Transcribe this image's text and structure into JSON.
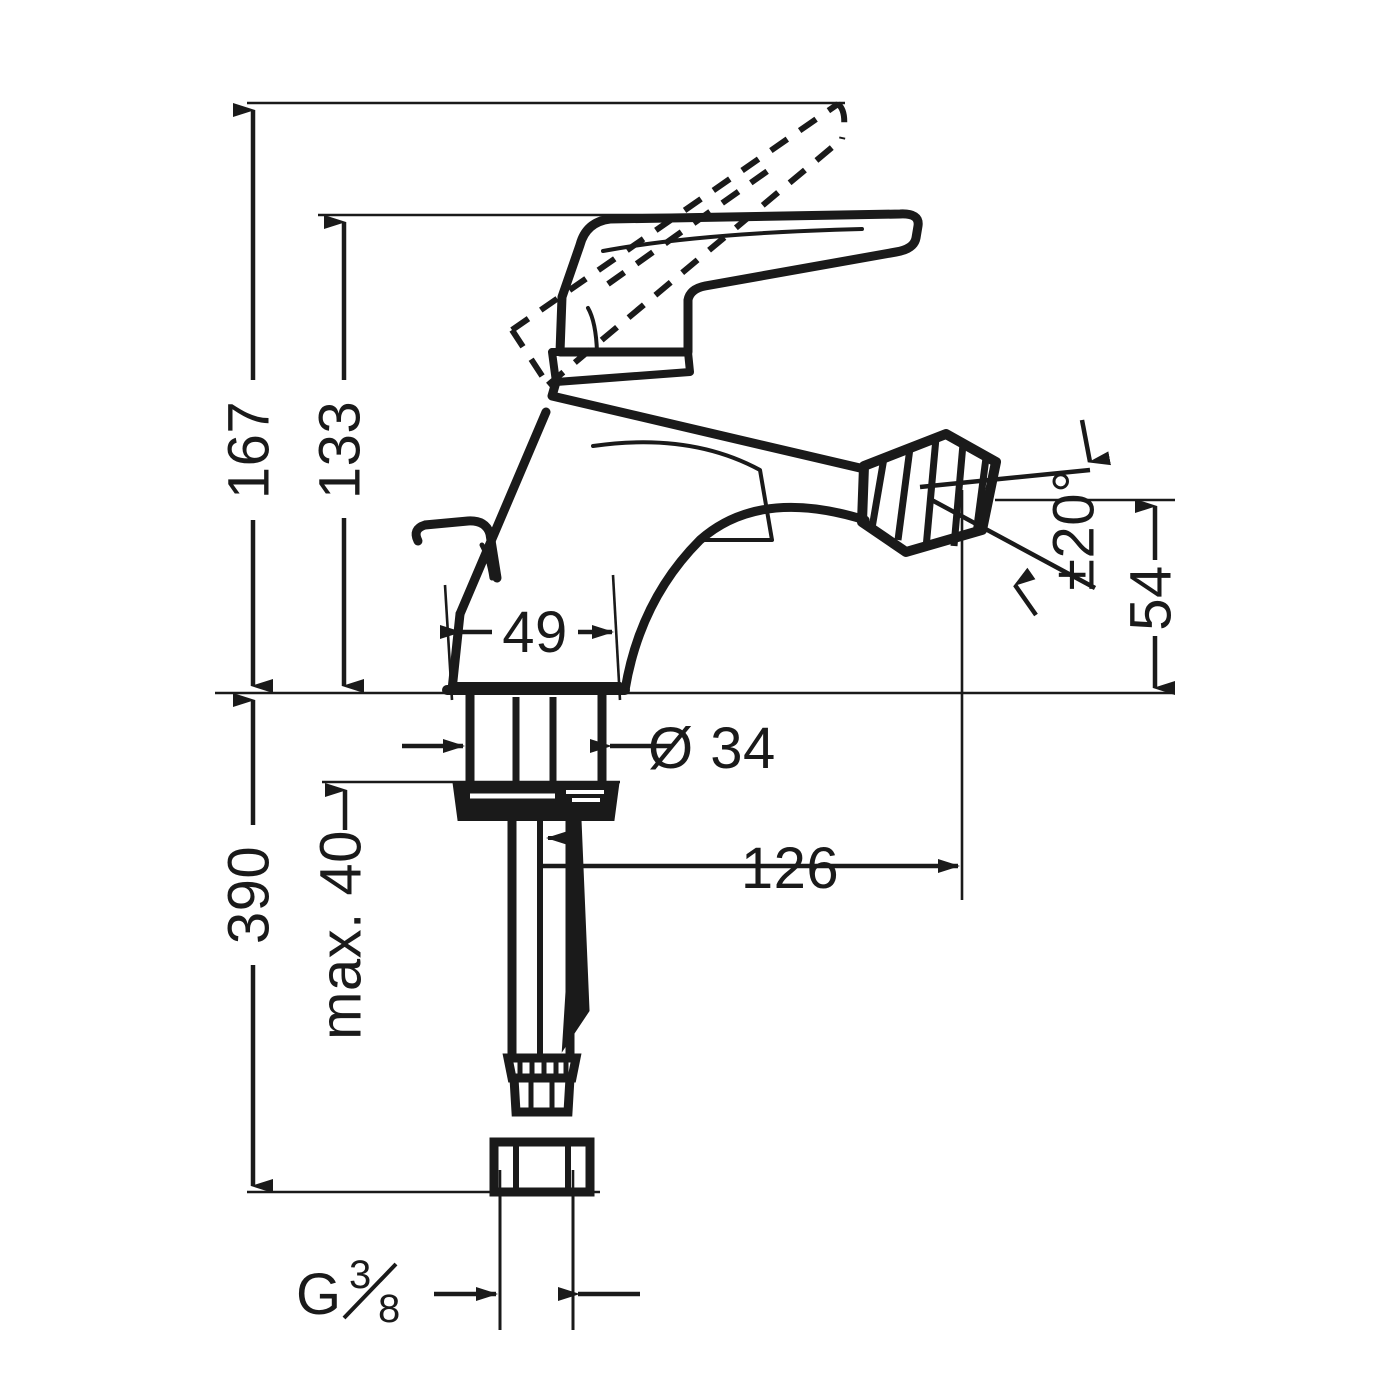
{
  "drawing": {
    "type": "technical-dimension-drawing",
    "subject": "single-lever bidet mixer tap, side elevation",
    "units": "mm",
    "line_color": "#1a1a1a",
    "background_color": "#ffffff"
  },
  "dimensions": {
    "total_height_above_deck": "167",
    "lever_pivot_height": "133",
    "overall_length_with_hose": "390",
    "max_deck_thickness": "max. 40",
    "body_base_width": "49",
    "shank_diameter": "Ø 34",
    "spout_projection": "126",
    "spout_outlet_height": "54",
    "aerator_swivel_angle": "±20°",
    "supply_thread": "G ⅜",
    "supply_thread_letter": "G",
    "supply_thread_numerator": "3",
    "supply_thread_denominator": "8"
  },
  "labels": [
    {
      "id": "dim-167",
      "text": "167",
      "orientation": "vertical"
    },
    {
      "id": "dim-133",
      "text": "133",
      "orientation": "vertical"
    },
    {
      "id": "dim-390",
      "text": "390",
      "orientation": "vertical"
    },
    {
      "id": "dim-max40",
      "text": "max. 40",
      "orientation": "vertical"
    },
    {
      "id": "dim-49",
      "text": "49",
      "orientation": "horizontal"
    },
    {
      "id": "dim-d34",
      "text": "Ø 34",
      "orientation": "horizontal"
    },
    {
      "id": "dim-126",
      "text": "126",
      "orientation": "horizontal"
    },
    {
      "id": "dim-54",
      "text": "54",
      "orientation": "vertical"
    },
    {
      "id": "dim-20deg",
      "text": "±20°",
      "orientation": "vertical"
    },
    {
      "id": "dim-g38",
      "text": "G ⅜",
      "orientation": "horizontal"
    }
  ]
}
